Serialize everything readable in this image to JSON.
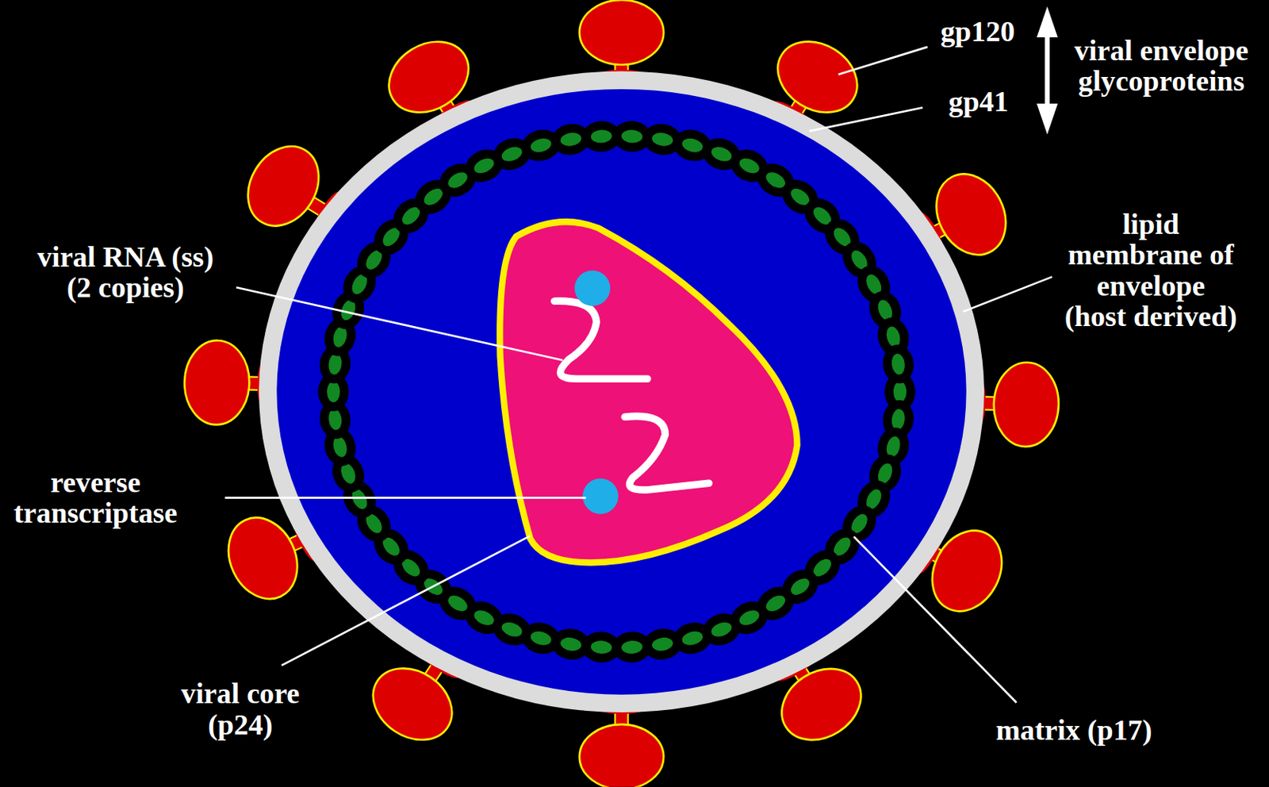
{
  "diagram": {
    "labels": [
      "gp120",
      "gp41",
      "viral envelope glycoproteins",
      "viral RNA (ss) (2 copies)",
      "lipid membrane of envelope (host derived)",
      "reverse transcriptase",
      "viral core (p24)",
      "matrix (p17)"
    ]
  }
}
